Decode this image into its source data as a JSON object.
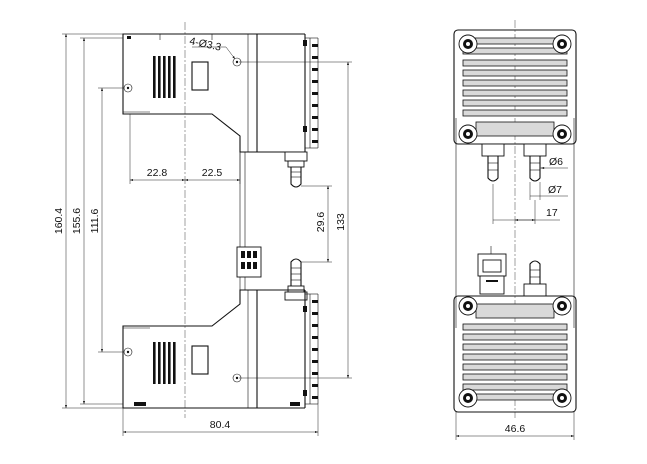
{
  "front_view": {
    "dimensions": {
      "overall_height": "160.4",
      "height_inner": "155.6",
      "mount_spacing": "111.6",
      "left_width": "22.8",
      "right_width": "22.5",
      "port_spacing": "29.6",
      "height_133": "133",
      "overall_width": "80.4",
      "hole_callout": "4-Ø3.3"
    }
  },
  "side_view": {
    "dimensions": {
      "tube_diameter": "Ø6",
      "port_diameter": "Ø7",
      "port_offset": "17",
      "overall_width": "46.6"
    }
  }
}
